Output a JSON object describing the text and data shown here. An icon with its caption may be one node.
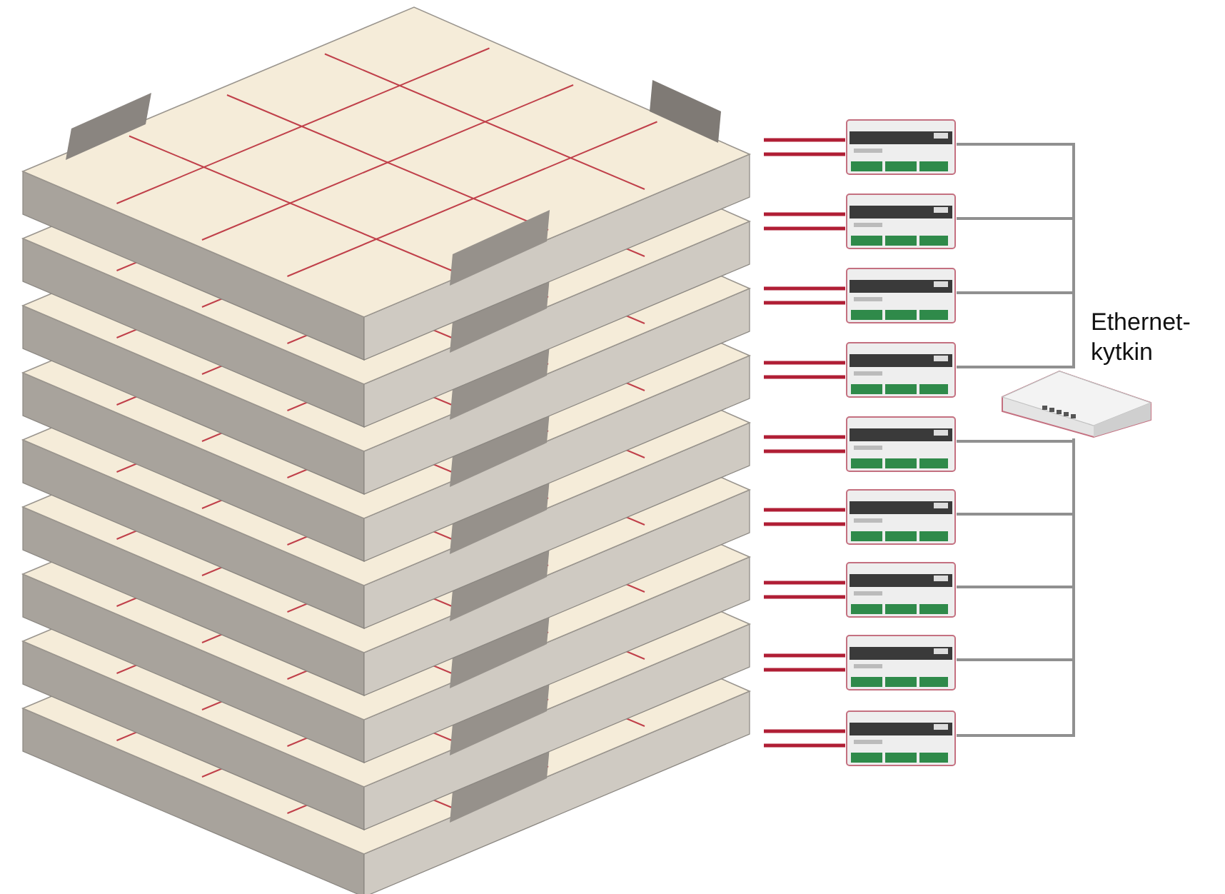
{
  "diagram": {
    "nodes": [
      {
        "text": [],
        "shape": "picture"
      },
      {
        "text": [],
        "shape": "picture"
      },
      {
        "text": [],
        "shape": "picture"
      },
      {
        "text": [],
        "shape": "picture"
      },
      {
        "text": [],
        "shape": "picture"
      },
      {
        "text": [],
        "shape": "picture"
      },
      {
        "text": [],
        "shape": "picture"
      },
      {
        "text": [],
        "shape": "picture"
      },
      {
        "text": [],
        "shape": "picture"
      },
      {
        "text": [],
        "shape": "picture"
      },
      {
        "text": [
          "Ethernet- kytkin"
        ]
      }
    ],
    "edges": [
      {
        "from": 0,
        "to": 1,
        "arrow": "none"
      },
      {
        "from": 0,
        "to": 1,
        "arrow": "none"
      },
      {
        "from": 0,
        "to": 2,
        "arrow": "none"
      },
      {
        "from": 0,
        "to": 2,
        "arrow": "none"
      },
      {
        "from": 0,
        "to": 3,
        "arrow": "none"
      },
      {
        "from": 0,
        "to": 3,
        "arrow": "none"
      },
      {
        "from": 0,
        "to": 4,
        "arrow": "none"
      },
      {
        "from": 0,
        "to": 4,
        "arrow": "none"
      },
      {
        "from": 0,
        "to": 5,
        "arrow": "none"
      },
      {
        "from": 0,
        "to": 5,
        "arrow": "none"
      },
      {
        "from": 0,
        "to": 6,
        "arrow": "none"
      },
      {
        "from": 0,
        "to": 6,
        "arrow": "none"
      },
      {
        "from": 0,
        "to": 7,
        "arrow": "none"
      },
      {
        "from": 0,
        "to": 7,
        "arrow": "none"
      },
      {
        "from": 0,
        "to": 8,
        "arrow": "none"
      },
      {
        "from": 0,
        "to": 8,
        "arrow": "none"
      },
      {
        "from": 0,
        "to": 9,
        "arrow": "none"
      },
      {
        "from": 0,
        "to": 9,
        "arrow": "none"
      },
      {
        "from": 1,
        "to": 10,
        "arrow": "none",
        "color": "#909090"
      },
      {
        "from": 2,
        "to": 10,
        "arrow": "none",
        "color": "#909090"
      },
      {
        "from": 3,
        "to": 10,
        "arrow": "none",
        "color": "#909090"
      },
      {
        "from": 4,
        "to": 10,
        "arrow": "none",
        "color": "#909090"
      },
      {
        "from": 5,
        "to": 10,
        "arrow": "none",
        "color": "#909090"
      },
      {
        "from": 6,
        "to": 10,
        "arrow": "none",
        "color": "#909090"
      },
      {
        "from": 7,
        "to": 10,
        "arrow": "none",
        "color": "#909090"
      },
      {
        "from": 8,
        "to": 10,
        "arrow": "none",
        "color": "#909090"
      },
      {
        "from": 9,
        "to": 10,
        "arrow": "none",
        "color": "#909090"
      }
    ]
  }
}
